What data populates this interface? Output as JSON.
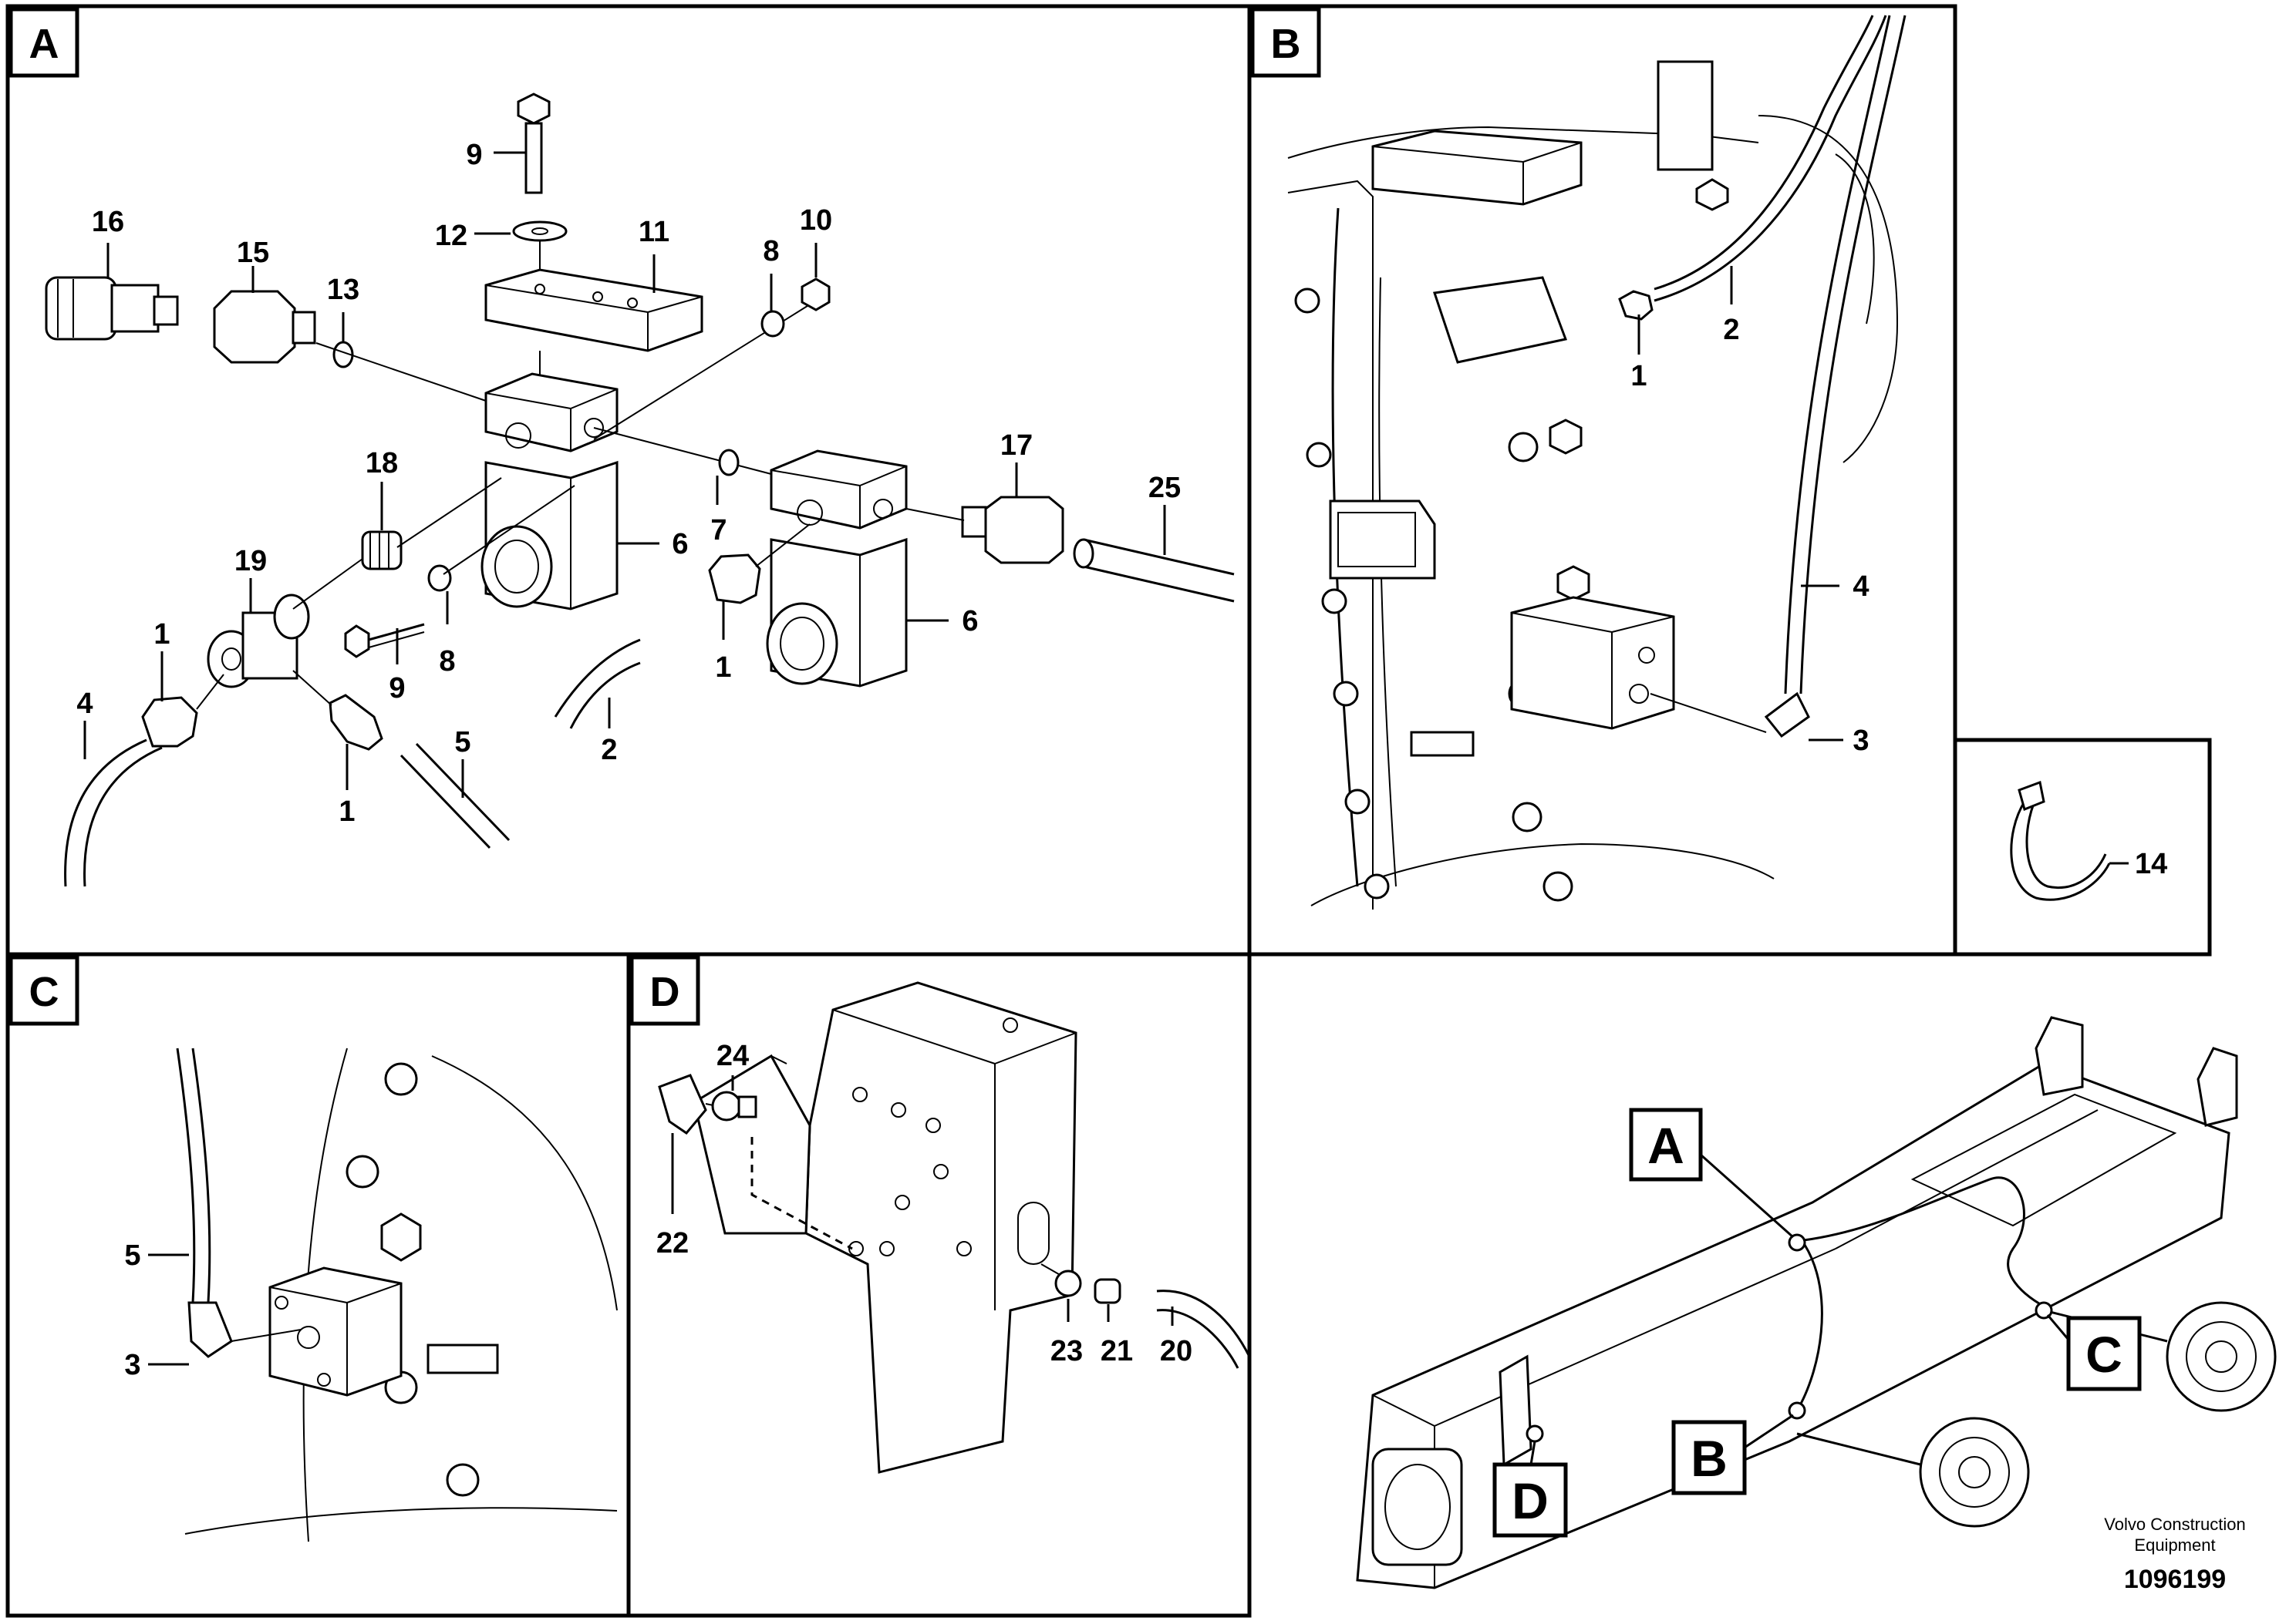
{
  "panels": {
    "A": {
      "letter": "A",
      "callouts": [
        {
          "id": "c9a",
          "t": "9"
        },
        {
          "id": "c12",
          "t": "12"
        },
        {
          "id": "c11",
          "t": "11"
        },
        {
          "id": "c8a",
          "t": "8"
        },
        {
          "id": "c10",
          "t": "10"
        },
        {
          "id": "c16",
          "t": "16"
        },
        {
          "id": "c15",
          "t": "15"
        },
        {
          "id": "c13",
          "t": "13"
        },
        {
          "id": "c18",
          "t": "18"
        },
        {
          "id": "c7",
          "t": "7"
        },
        {
          "id": "c17",
          "t": "17"
        },
        {
          "id": "c25",
          "t": "25"
        },
        {
          "id": "c19",
          "t": "19"
        },
        {
          "id": "c6a",
          "t": "6"
        },
        {
          "id": "c6b",
          "t": "6"
        },
        {
          "id": "c1a",
          "t": "1"
        },
        {
          "id": "c1b",
          "t": "1"
        },
        {
          "id": "c1c",
          "t": "1"
        },
        {
          "id": "c4",
          "t": "4"
        },
        {
          "id": "c9b",
          "t": "9"
        },
        {
          "id": "c8b",
          "t": "8"
        },
        {
          "id": "c2",
          "t": "2"
        },
        {
          "id": "c5",
          "t": "5"
        }
      ]
    },
    "B": {
      "letter": "B",
      "callouts": [
        {
          "id": "b1",
          "t": "1"
        },
        {
          "id": "b2",
          "t": "2"
        },
        {
          "id": "b4",
          "t": "4"
        },
        {
          "id": "b3",
          "t": "3"
        }
      ]
    },
    "C": {
      "letter": "C",
      "callouts": [
        {
          "id": "x5",
          "t": "5"
        },
        {
          "id": "x3",
          "t": "3"
        }
      ]
    },
    "D": {
      "letter": "D",
      "callouts": [
        {
          "id": "d24",
          "t": "24"
        },
        {
          "id": "d22",
          "t": "22"
        },
        {
          "id": "d23",
          "t": "23"
        },
        {
          "id": "d21",
          "t": "21"
        },
        {
          "id": "d20",
          "t": "20"
        }
      ]
    },
    "inset": {
      "callouts": [
        {
          "id": "i14",
          "t": "14"
        }
      ]
    },
    "overview": {
      "labels": [
        {
          "id": "oA",
          "t": "A"
        },
        {
          "id": "oB",
          "t": "B"
        },
        {
          "id": "oC",
          "t": "C"
        },
        {
          "id": "oD",
          "t": "D"
        }
      ],
      "brand_line1": "Volvo Construction",
      "brand_line2": "Equipment",
      "doc_number": "1096199"
    }
  }
}
